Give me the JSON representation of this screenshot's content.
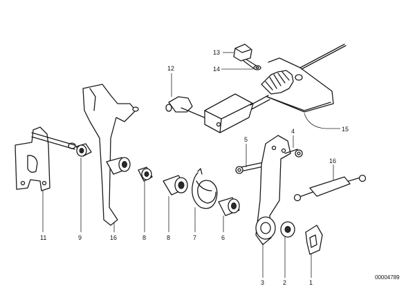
{
  "labels": {
    "p1": "1",
    "p2": "2",
    "p3": "3",
    "p4": "4",
    "p5": "5",
    "p6": "6",
    "p7": "7",
    "p8a": "8",
    "p8b": "8",
    "p9": "9",
    "p11": "11",
    "p12": "12",
    "p13": "13",
    "p14": "14",
    "p15": "15",
    "p16a": "16",
    "p16b": "16"
  },
  "diagram_code": "00004789"
}
